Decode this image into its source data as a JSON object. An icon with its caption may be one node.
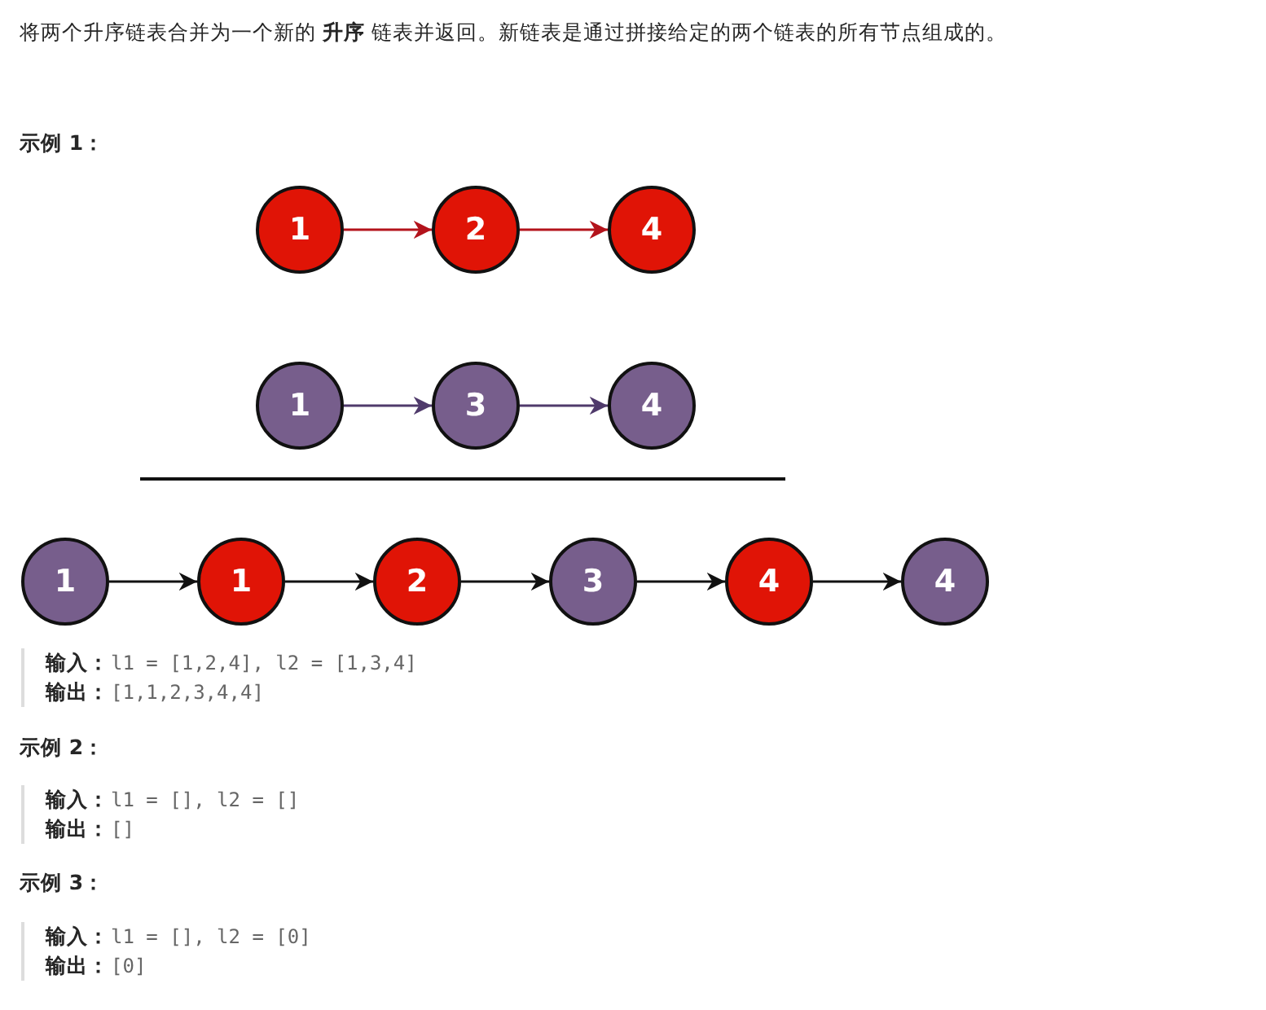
{
  "diagram": {
    "title": "将两个升序链表合并为一个新的 **升序** 链表并返回。新链表是通过拼接给定的两个链表的所有节点组成的。",
    "nodes": [
      {
        "text": [
          "1"
        ]
      },
      {
        "text": [
          "2"
        ]
      },
      {
        "text": [
          "4"
        ]
      },
      {
        "text": [
          "1"
        ]
      },
      {
        "text": [
          "3"
        ]
      },
      {
        "text": [
          "4"
        ]
      },
      {
        "text": [
          "1"
        ]
      },
      {
        "text": [
          "1"
        ]
      },
      {
        "text": [
          "2"
        ]
      },
      {
        "text": [
          "3"
        ]
      },
      {
        "text": [
          "4"
        ]
      },
      {
        "text": [
          "4"
        ]
      }
    ],
    "edges": [
      {
        "from": 0,
        "to": 1,
        "arrow": "to",
        "color": "#b3131b"
      },
      {
        "from": 1,
        "to": 2,
        "arrow": "to",
        "color": "#b3131b"
      },
      {
        "from": 3,
        "to": 4,
        "arrow": "to",
        "color": "#4f3a6b"
      },
      {
        "from": 4,
        "to": 5,
        "arrow": "to",
        "color": "#4f3a6b"
      },
      {
        "from": 6,
        "to": 7,
        "arrow": "to"
      },
      {
        "from": 7,
        "to": 8,
        "arrow": "to"
      },
      {
        "from": 8,
        "to": 9,
        "arrow": "to"
      },
      {
        "from": 9,
        "to": 10,
        "arrow": "to"
      },
      {
        "from": 10,
        "to": 11,
        "arrow": "to"
      }
    ],
    "labels": [
      "示例 1：",
      "输入：",
      "l1 = [1,2,4], l2 = [1,3,4]",
      "输出：",
      "[1,1,2,3,4,4]",
      "示例 2：",
      "输入：",
      "l1 = [], l2 = []",
      "输出：",
      "[]",
      "示例 3：",
      "输入：",
      "l1 = [], l2 = [0]",
      "输出：",
      "[0]"
    ]
  }
}
